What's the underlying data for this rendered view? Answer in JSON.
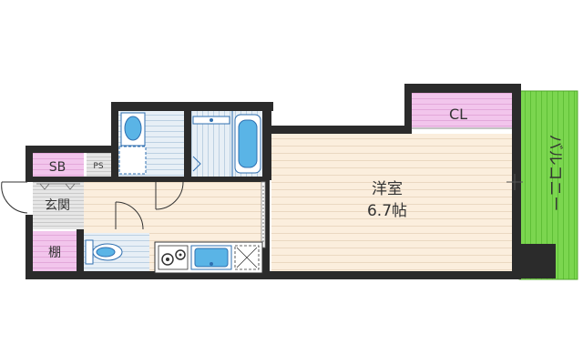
{
  "rooms": {
    "western_room_name": "洋室",
    "western_room_size": "6.7帖",
    "closet": "CL",
    "balcony": "バルコニー",
    "shoe_box": "SB",
    "pipe_space": "PS",
    "entrance": "玄関",
    "shelf": "棚"
  },
  "colors": {
    "wall": "#2b2b2b",
    "floor_wood": "#fbeedd",
    "wet_area": "#dde9f3",
    "storage_pink": "#f2c5ec",
    "balcony_green": "#7bd64f",
    "fixture_blue": "#5ab4e6",
    "fixture_outline": "#2f6fb0"
  },
  "icons": [
    "door-swing-icon",
    "toilet-icon",
    "bathtub-icon",
    "washbasin-icon",
    "stove-icon",
    "sink-icon",
    "washing-machine-icon"
  ]
}
